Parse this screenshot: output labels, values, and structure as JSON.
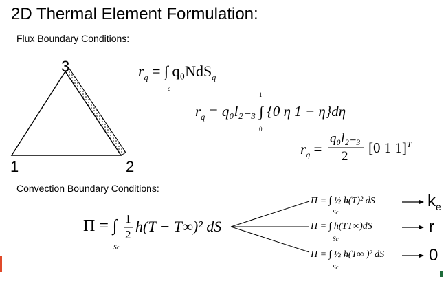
{
  "slide": {
    "title": "2D Thermal Element Formulation:",
    "flux_heading": "Flux Boundary Conditions:",
    "convection_heading": "Convection Boundary Conditions:"
  },
  "triangle": {
    "nodes": [
      "3",
      "1",
      "2"
    ]
  },
  "flux_equations": {
    "eq1": {
      "lhs": "r",
      "sub": "q",
      "body": "= ∫ q₀NdS",
      "body_sub": "q",
      "lower": "e"
    },
    "eq2": {
      "lhs": "r",
      "sub": "q",
      "body": "= q₀l₂₋₃ ∫ {0   η   1 − η}dη",
      "upper": "1",
      "lower": "0"
    },
    "eq3": {
      "lhs": "r",
      "sub": "q",
      "numerator": "q₀l₂₋₃",
      "denominator": "2",
      "body": "[0   1   1]",
      "sup": "T"
    }
  },
  "convection": {
    "main": {
      "lhs": "Π = ∫",
      "frac_top": "1",
      "frac_bot": "2",
      "body": "h(T − T∞)² dS",
      "lower": "Sc"
    },
    "branches": [
      {
        "expr": "Π = ∫ ½ h(T)² dS",
        "lower": "Sc",
        "result": "k",
        "result_sub": "e"
      },
      {
        "expr": "Π = ∫   h(TT∞)dS",
        "lower": "Sc",
        "result": "r",
        "result_sub": ""
      },
      {
        "expr": "Π = ∫ ½ h(T∞ )² dS",
        "lower": "Sc",
        "result": "0",
        "result_sub": ""
      }
    ]
  },
  "colors": {
    "accent_left": "#e04a2a",
    "accent_right": "#1e6b3a"
  }
}
